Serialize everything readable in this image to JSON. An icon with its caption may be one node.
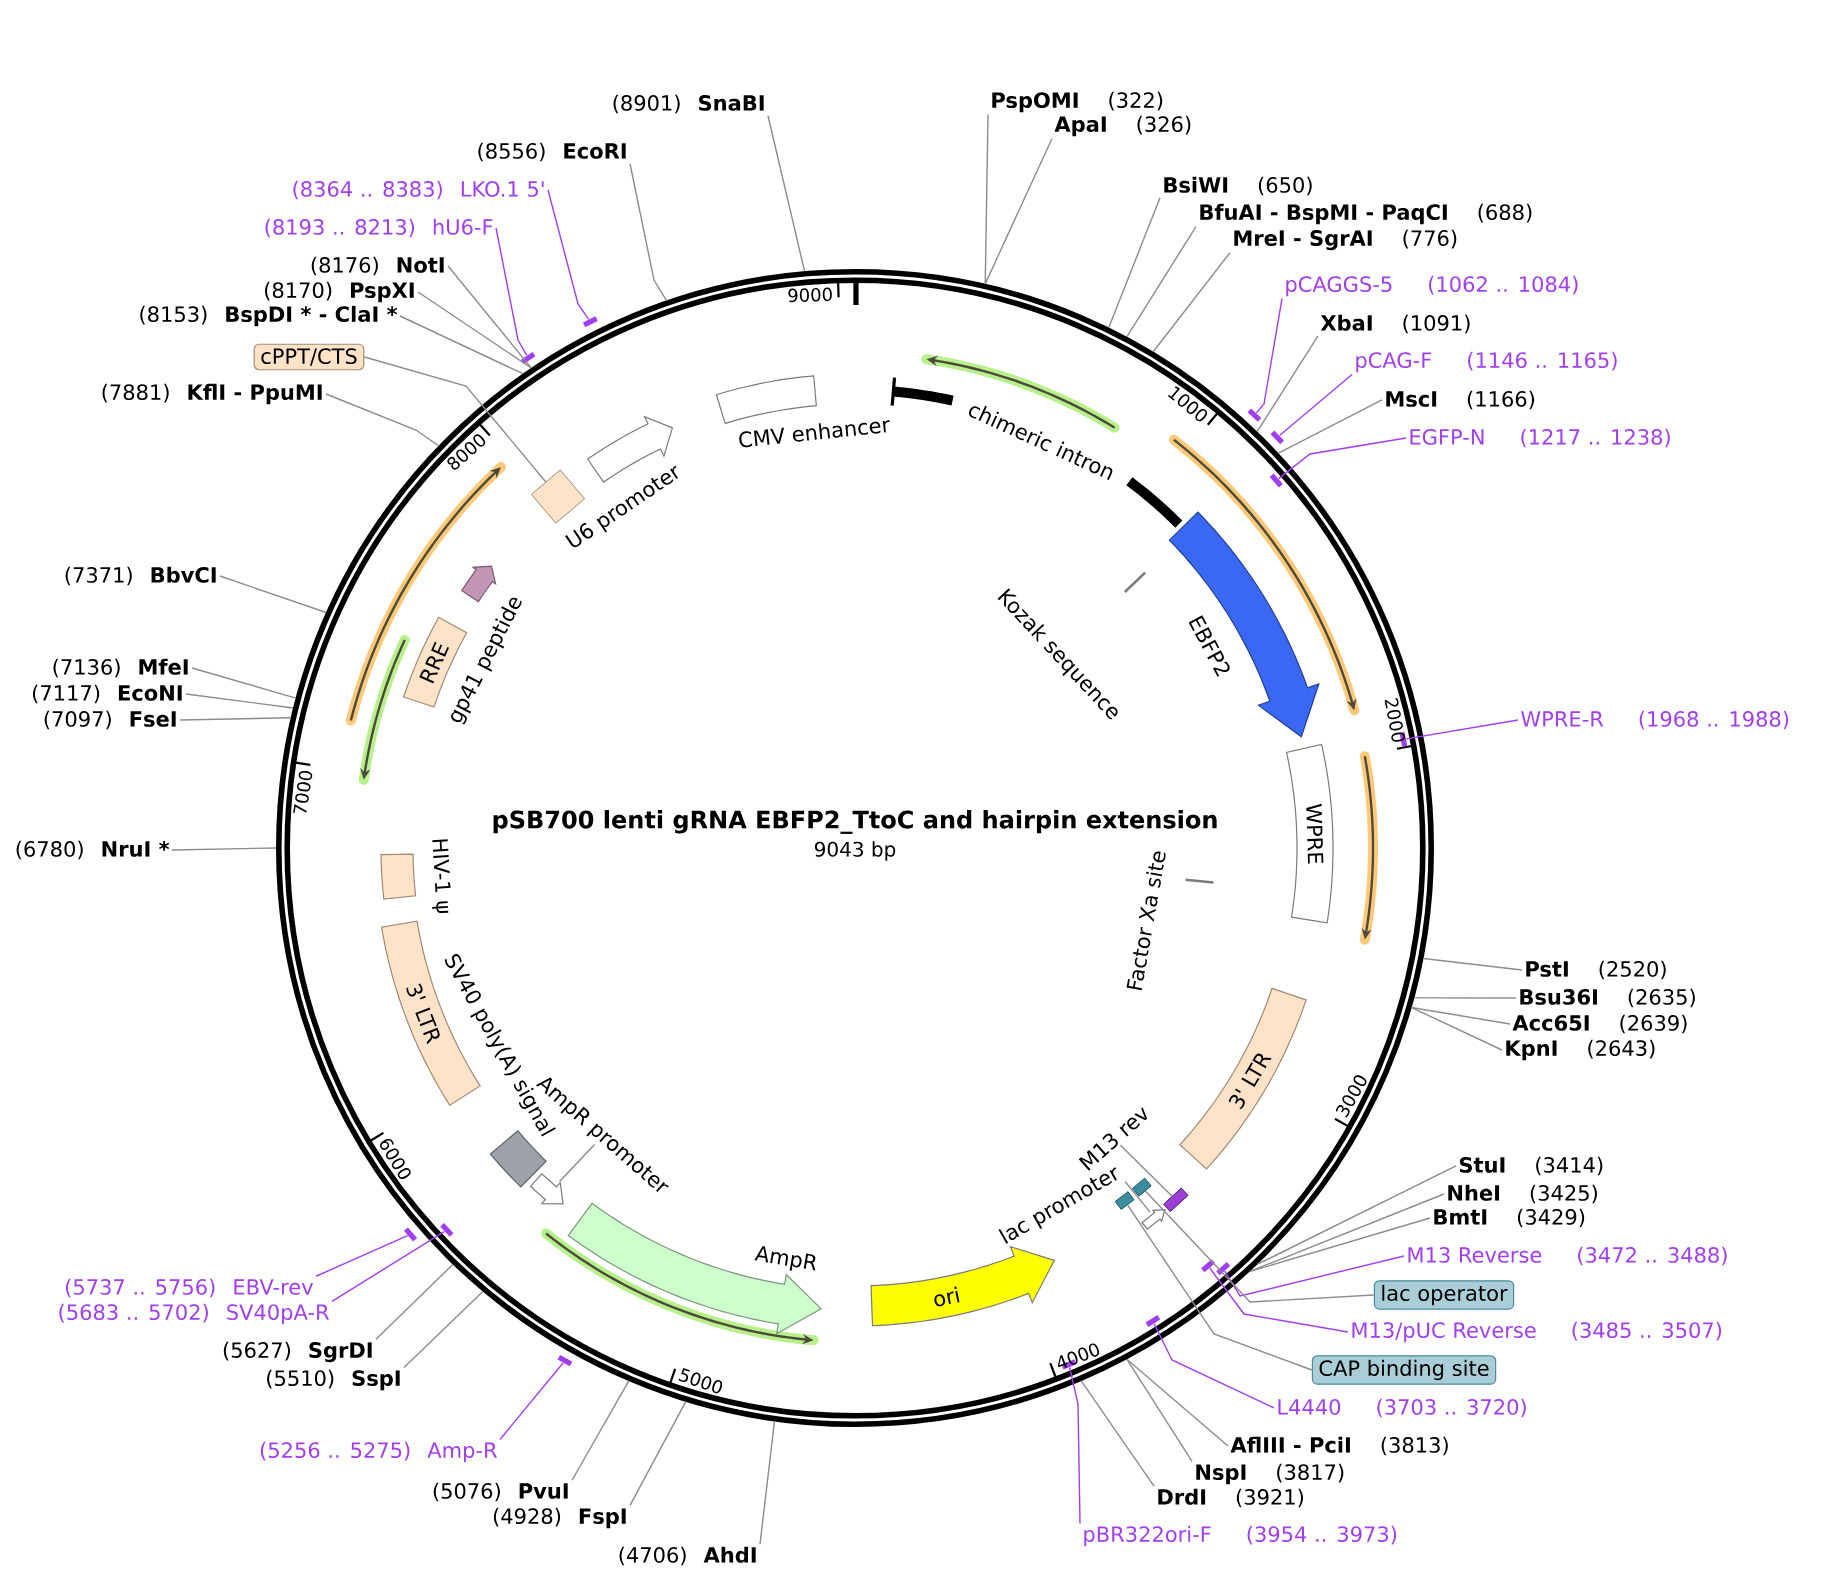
{
  "diagram": {
    "title": "pSB700 lenti gRNA EBFP2_TtoC and hairpin extension",
    "nodes": [
      {
        "text": [],
        "shape": "circle"
      },
      {
        "text": [
          "PspOMI",
          "(322)"
        ]
      },
      {
        "text": [
          "ApaI",
          "(326)"
        ]
      },
      {
        "text": [
          "BsiWI",
          "(650)"
        ]
      },
      {
        "text": [
          "BfuAI - BspMI - PaqCI",
          "(688)"
        ]
      },
      {
        "text": [
          "MreI - SgrAI",
          "(776)"
        ]
      },
      {
        "text": [
          "pCAGGS-5",
          "(1062 .. 1084)"
        ]
      },
      {
        "text": [
          "XbaI",
          "(1091)"
        ]
      },
      {
        "text": [
          "pCAG-F",
          "(1146 .. 1165)"
        ]
      },
      {
        "text": [
          "MscI",
          "(1166)"
        ]
      },
      {
        "text": [
          "EGFP-N",
          "(1217 .. 1238)"
        ]
      },
      {
        "text": [
          "WPRE-R",
          "(1968 .. 1988)"
        ]
      },
      {
        "text": [
          "PstI",
          "(2520)"
        ]
      },
      {
        "text": [
          "Bsu36I",
          "(2635)"
        ]
      },
      {
        "text": [
          "Acc65I",
          "(2639)"
        ]
      },
      {
        "text": [
          "KpnI",
          "(2643)"
        ]
      },
      {
        "text": [
          "StuI",
          "(3414)"
        ]
      },
      {
        "text": [
          "NheI",
          "(3425)"
        ]
      },
      {
        "text": [
          "BmtI",
          "(3429)"
        ]
      },
      {
        "text": [
          "M13 Reverse",
          "(3472 .. 3488)"
        ]
      },
      {
        "text": [
          "lac operator"
        ]
      },
      {
        "text": [
          "M13/pUC Reverse",
          "(3485 .. 3507)"
        ]
      },
      {
        "text": [
          "CAP binding site"
        ]
      },
      {
        "text": [
          "L4440",
          "(3703 .. 3720)"
        ]
      },
      {
        "text": [
          "AflIII - PciI",
          "(3813)"
        ]
      },
      {
        "text": [
          "NspI",
          "(3817)"
        ]
      },
      {
        "text": [
          "DrdI",
          "(3921)"
        ]
      },
      {
        "text": [
          "pBR322ori-F",
          "(3954 .. 3973)"
        ]
      },
      {
        "text": [
          "(4706)",
          "AhdI"
        ]
      },
      {
        "text": [
          "(4928)",
          "FspI"
        ]
      },
      {
        "text": [
          "(5076)",
          "PvuI"
        ]
      },
      {
        "text": [
          "(5256 .. 5275)",
          "Amp-R"
        ]
      },
      {
        "text": [
          "(5510)",
          "SspI"
        ]
      },
      {
        "text": [
          "(5627)",
          "SgrDI"
        ]
      },
      {
        "text": [
          "(5683 .. 5702)",
          "SV40pA-R"
        ]
      },
      {
        "text": [
          "(5737 .. 5756)",
          "EBV-rev"
        ]
      },
      {
        "text": [
          "(6780)",
          "NruI *"
        ]
      },
      {
        "text": [
          "(7097)",
          "FseI"
        ]
      },
      {
        "text": [
          "(7117)",
          "EcoNI"
        ]
      },
      {
        "text": [
          "(7136)",
          "MfeI"
        ]
      },
      {
        "text": [
          "(7371)",
          "BbvCI"
        ]
      },
      {
        "text": [
          "(7881)",
          "KflI - PpuMI"
        ]
      },
      {
        "text": [
          "cPPT/CTS"
        ]
      },
      {
        "text": [
          "(8153)",
          "BspDI * - ClaI *"
        ]
      },
      {
        "text": [
          "(8170)",
          "PspXI"
        ]
      },
      {
        "text": [
          "(8176)",
          "NotI"
        ]
      },
      {
        "text": [
          "(8193 .. 8213)",
          "hU6-F"
        ]
      },
      {
        "text": [
          "(8364 .. 8383)",
          "LKO.1 5'"
        ]
      },
      {
        "text": [
          "(8556)",
          "EcoRI"
        ]
      },
      {
        "text": [
          "(8901)",
          "SnaBI"
        ]
      },
      {
        "text": [],
        "shape": "bar"
      },
      {
        "text": [],
        "shape": "bar"
      },
      {
        "text": [],
        "shape": "bar",
        "in": 0
      },
      {
        "text": [],
        "shape": "bar",
        "in": 0
      },
      {
        "text": [],
        "shape": "bar",
        "in": 0
      },
      {
        "text": [],
        "shape": "bar",
        "in": 0
      },
      {
        "text": [],
        "shape": "bar",
        "in": 0
      },
      {
        "text": [],
        "shape": "bar",
        "in": 0
      },
      {
        "text": [],
        "shape": "bar"
      },
      {
        "text": [],
        "shape": "bar",
        "in": 0
      },
      {
        "text": [],
        "shape": "bar"
      },
      {
        "text": [],
        "shape": "bar"
      },
      {
        "text": [],
        "shape": "bar"
      },
      {
        "text": [
          "chimeric intron"
        ],
        "in": 0
      },
      {
        "text": [
          "Kozak sequence"
        ],
        "in": 0
      },
      {
        "text": [
          "EBFP2"
        ],
        "in": 0
      },
      {
        "text": [
          "WPRE"
        ],
        "in": 0
      },
      {
        "text": [
          "Factor Xa site"
        ],
        "in": 0
      },
      {
        "text": [
          "3' LTR"
        ],
        "in": 0
      },
      {
        "text": [
          "M13 rev"
        ],
        "in": 0
      },
      {
        "text": [],
        "shape": "box",
        "in": 0
      },
      {
        "text": [],
        "shape": "box",
        "in": 0
      },
      {
        "text": [
          "lac promoter"
        ],
        "in": 0
      },
      {
        "text": [],
        "shape": "arrow",
        "in": 0
      },
      {
        "text": [],
        "shape": "box",
        "in": 0
      },
      {
        "text": [
          "ori"
        ],
        "in": 0
      },
      {
        "text": [
          "AmpR"
        ],
        "in": 0
      },
      {
        "text": [
          "AmpR promoter"
        ],
        "in": 0
      },
      {
        "text": [],
        "shape": "arrow",
        "in": 0
      },
      {
        "text": [
          "SV40 poly(A) signal"
        ],
        "in": 0
      },
      {
        "text": [
          "3' LTR"
        ],
        "in": 0
      },
      {
        "text": [
          "HIV-1 ψ"
        ],
        "in": 0
      },
      {
        "text": [
          "RRE"
        ],
        "in": 0
      },
      {
        "text": [
          "gp41 peptide"
        ],
        "in": 0
      },
      {
        "text": [],
        "shape": "diamond",
        "in": 0
      },
      {
        "text": [
          "U6 promoter"
        ],
        "in": 0
      },
      {
        "text": [
          "CMV enhancer"
        ],
        "in": 0
      }
    ],
    "edges": [
      {
        "from": 1,
        "to": 0,
        "arrow": "none"
      },
      {
        "from": 2,
        "to": 0,
        "arrow": "none"
      },
      {
        "from": 3,
        "to": 0,
        "arrow": "none"
      },
      {
        "from": 4,
        "to": 0,
        "arrow": "none"
      },
      {
        "from": 5,
        "to": 0,
        "arrow": "none"
      },
      {
        "from": 6,
        "to": 50,
        "arrow": "none",
        "color": "#a03ef0"
      },
      {
        "from": 7,
        "to": 0,
        "arrow": "none"
      },
      {
        "from": 8,
        "to": 51,
        "arrow": "none",
        "color": "#a03ef0"
      },
      {
        "from": 9,
        "to": 0,
        "arrow": "none"
      },
      {
        "from": 10,
        "to": 52,
        "arrow": "none",
        "color": "#a03ef0"
      },
      {
        "from": 11,
        "to": 53,
        "arrow": "none",
        "color": "#a03ef0"
      },
      {
        "from": 12,
        "to": 0,
        "arrow": "none"
      },
      {
        "from": 13,
        "to": 0,
        "arrow": "none"
      },
      {
        "from": 14,
        "to": 0,
        "arrow": "none"
      },
      {
        "from": 15,
        "to": 0,
        "arrow": "none"
      },
      {
        "from": 16,
        "to": 0,
        "arrow": "none"
      },
      {
        "from": 17,
        "to": 0,
        "arrow": "none"
      },
      {
        "from": 18,
        "to": 0,
        "arrow": "none"
      },
      {
        "from": 19,
        "to": 54,
        "arrow": "none",
        "color": "#a03ef0"
      },
      {
        "from": 20,
        "to": 71,
        "arrow": "none"
      },
      {
        "from": 21,
        "to": 55,
        "arrow": "none",
        "color": "#a03ef0"
      },
      {
        "from": 22,
        "to": 74,
        "arrow": "none"
      },
      {
        "from": 23,
        "to": 56,
        "arrow": "none",
        "color": "#a03ef0"
      },
      {
        "from": 24,
        "to": 0,
        "arrow": "none"
      },
      {
        "from": 25,
        "to": 0,
        "arrow": "none"
      },
      {
        "from": 26,
        "to": 0,
        "arrow": "none"
      },
      {
        "from": 27,
        "to": 57,
        "arrow": "none",
        "color": "#a03ef0"
      },
      {
        "from": 28,
        "to": 0,
        "arrow": "none"
      },
      {
        "from": 29,
        "to": 0,
        "arrow": "none"
      },
      {
        "from": 30,
        "to": 0,
        "arrow": "none"
      },
      {
        "from": 31,
        "to": 58,
        "arrow": "none",
        "color": "#a03ef0"
      },
      {
        "from": 32,
        "to": 0,
        "arrow": "none"
      },
      {
        "from": 33,
        "to": 0,
        "arrow": "none"
      },
      {
        "from": 34,
        "to": 59,
        "arrow": "none",
        "color": "#a03ef0"
      },
      {
        "from": 35,
        "to": 60,
        "arrow": "none",
        "color": "#a03ef0"
      },
      {
        "from": 36,
        "to": 0,
        "arrow": "none"
      },
      {
        "from": 37,
        "to": 0,
        "arrow": "none"
      },
      {
        "from": 38,
        "to": 0,
        "arrow": "none"
      },
      {
        "from": 39,
        "to": 0,
        "arrow": "none"
      },
      {
        "from": 40,
        "to": 0,
        "arrow": "none"
      },
      {
        "from": 41,
        "to": 0,
        "arrow": "none"
      },
      {
        "from": 42,
        "to": 84,
        "arrow": "none"
      },
      {
        "from": 43,
        "to": 0,
        "arrow": "none"
      },
      {
        "from": 44,
        "to": 0,
        "arrow": "none"
      },
      {
        "from": 45,
        "to": 0,
        "arrow": "none"
      },
      {
        "from": 46,
        "to": 61,
        "arrow": "none",
        "color": "#a03ef0"
      },
      {
        "from": 47,
        "to": 62,
        "arrow": "none",
        "color": "#a03ef0"
      },
      {
        "from": 48,
        "to": 0,
        "arrow": "none"
      },
      {
        "from": 49,
        "to": 0,
        "arrow": "none"
      },
      {
        "from": 69,
        "to": 70,
        "arrow": "none"
      },
      {
        "from": 72,
        "to": 73,
        "arrow": "none"
      },
      {
        "from": 77,
        "to": 78,
        "arrow": "none"
      }
    ],
    "labels": [
      "9043 bp",
      "9000",
      "1000",
      "2000",
      "3000",
      "4000",
      "5000",
      "6000",
      "7000",
      "8000"
    ]
  }
}
